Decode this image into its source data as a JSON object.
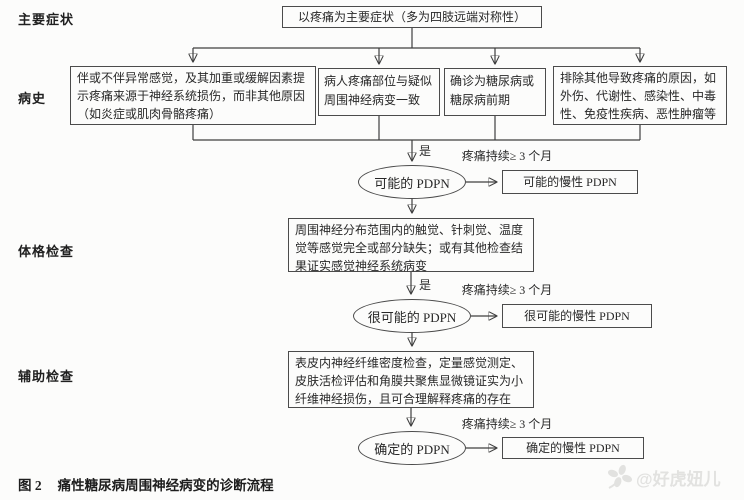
{
  "stages": {
    "symptom": "主要症状",
    "history": "病史",
    "physical": "体格检查",
    "auxiliary": "辅助检查"
  },
  "flow": {
    "main_symptom": "以疼痛为主要症状（多为四肢远端对称性）",
    "history1": "伴或不伴异常感觉，及其加重或缓解因素提示疼痛来源于神经系统损伤，而非其他原因（如炎症或肌肉骨骼疼痛）",
    "history2": "病人疼痛部位与疑似周围神经病变一致",
    "history3": "确诊为糖尿病或糖尿病前期",
    "history4": "排除其他导致疼痛的原因，如外伤、代谢性、感染性、中毒性、免疫性疾病、恶性肿瘤等",
    "possible": "可能的 PDPN",
    "possible_chronic": "可能的慢性 PDPN",
    "physical_criteria": "周围神经分布范围内的触觉、针刺觉、温度觉等感觉完全或部分缺失；或有其他检查结果证实感觉神经系统病变",
    "probable": "很可能的 PDPN",
    "probable_chronic": "很可能的慢性 PDPN",
    "auxiliary_criteria": "表皮内神经纤维密度检查，定量感觉测定、皮肤活检评估和角膜共聚焦显微镜证实为小纤维神经损伤，且可合理解释疼痛的存在",
    "definite": "确定的 PDPN",
    "definite_chronic": "确定的慢性 PDPN"
  },
  "edges": {
    "yes1": "是",
    "yes2": "是",
    "duration1": "疼痛持续≥ 3 个月",
    "duration2": "疼痛持续≥ 3 个月",
    "duration3": "疼痛持续≥ 3 个月"
  },
  "caption": {
    "prefix": "图 2",
    "title": "痛性糖尿病周围神经病变的诊断流程"
  },
  "watermark": {
    "text": "@好虎妞儿"
  },
  "colors": {
    "line": "#3f3f3f",
    "text": "#282828",
    "watermark": "#e2e2e0",
    "background": "#fcfcfb"
  }
}
